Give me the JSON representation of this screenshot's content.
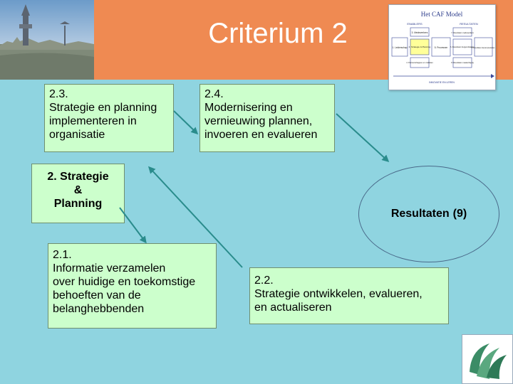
{
  "slide": {
    "title": "Criterium 2",
    "box_2_3": {
      "line1": "2.3.",
      "line2": "Strategie en planning",
      "line3": "implementeren in",
      "line4": "organisatie"
    },
    "box_2_4": {
      "line1": "2.4.",
      "line2": "Modernisering en",
      "line3": "vernieuwing plannen,",
      "line4": "invoeren en evalueren"
    },
    "box_2": {
      "line1": "2. Strategie",
      "line2": "&",
      "line3": "Planning"
    },
    "box_2_1": {
      "line1": "2.1.",
      "line2": "Informatie verzamelen",
      "line3": "over huidige en toekomstige",
      "line4": "behoeften van de",
      "line5": "belanghebbenden"
    },
    "box_2_2": {
      "line1": "2.2.",
      "line2": "Strategie ontwikkelen, evalueren,",
      "line3": "en actualiseren"
    },
    "results": {
      "label": "Resultaten",
      "count": "(9)"
    }
  },
  "caf_model": {
    "title": "Het CAF Model",
    "col_left": "ENABLERS",
    "col_right": "RESULTATEN",
    "leadership": "1. Leiderschap",
    "strategy": "2. Strategie & Planning",
    "people": "3. Medewerkers",
    "partnerships": "4. Partnerschappen en middelen",
    "processes": "5. Processen",
    "people_results": "7. Resultaten medewerkers",
    "customer_results": "6. Resultaten burgers/klanten",
    "society_results": "8. Resultaten maatschappij",
    "key_results": "9. Resultaten sleutel-prestaties",
    "bottom": "INNOVATIE EN LEREN"
  },
  "colors": {
    "background": "#8fd4e0",
    "header": "#ef8a52",
    "box_fill": "#ccffcc",
    "arrow": "#2a8c8c"
  }
}
